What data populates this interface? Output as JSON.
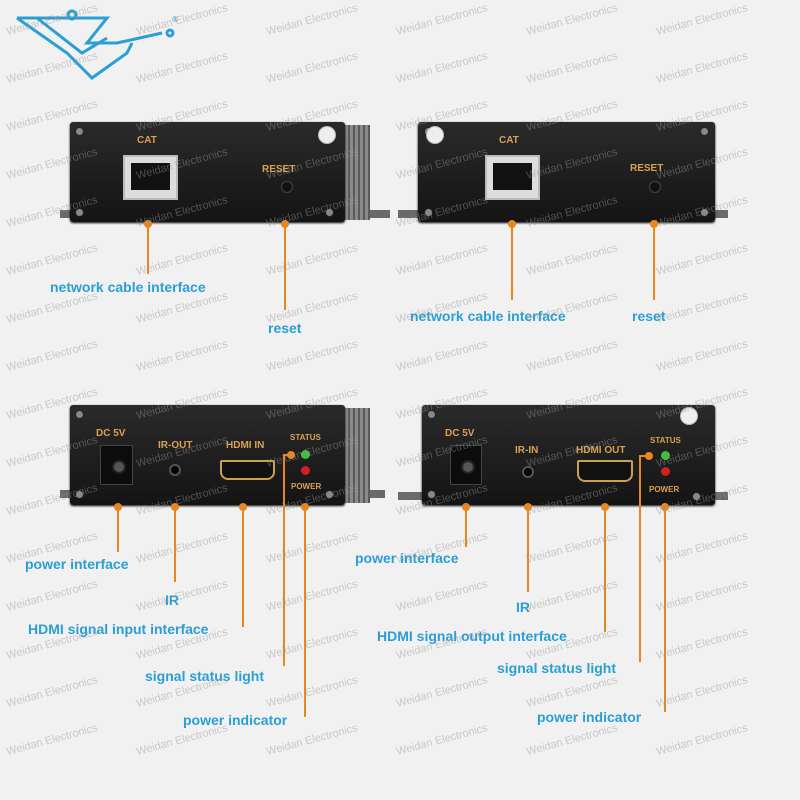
{
  "watermark": "Weidan Electronics",
  "logo": {
    "registered_mark": "®",
    "color": "#2a9fd6"
  },
  "colors": {
    "callout_text": "#2a9fd6",
    "callout_line": "#e8861f",
    "panel_print": "#d9a252",
    "status_led": "#3fbf3f",
    "power_led": "#d02020"
  },
  "devices": {
    "top_left": {
      "cat": "CAT",
      "reset": "RESET"
    },
    "top_right": {
      "cat": "CAT",
      "reset": "RESET"
    },
    "bottom_left": {
      "dc": "DC 5V",
      "ir": "IR-OUT",
      "hdmi": "HDMI IN",
      "status": "STATUS",
      "power": "POWER"
    },
    "bottom_right": {
      "dc": "DC 5V",
      "ir": "IR-IN",
      "hdmi": "HDMI OUT",
      "status": "STATUS",
      "power": "POWER"
    }
  },
  "callouts": {
    "top_left": {
      "network": "network cable interface",
      "reset": "reset"
    },
    "top_right": {
      "network": "network cable interface",
      "reset": "reset"
    },
    "bottom_left": {
      "power": "power interface",
      "ir": "IR",
      "hdmi": "HDMI signal input interface",
      "status": "signal status light",
      "power_ind": "power indicator"
    },
    "bottom_right": {
      "power": "power interface",
      "ir": "IR",
      "hdmi": "HDMI signal output interface",
      "status": "signal status light",
      "power_ind": "power indicator"
    }
  }
}
